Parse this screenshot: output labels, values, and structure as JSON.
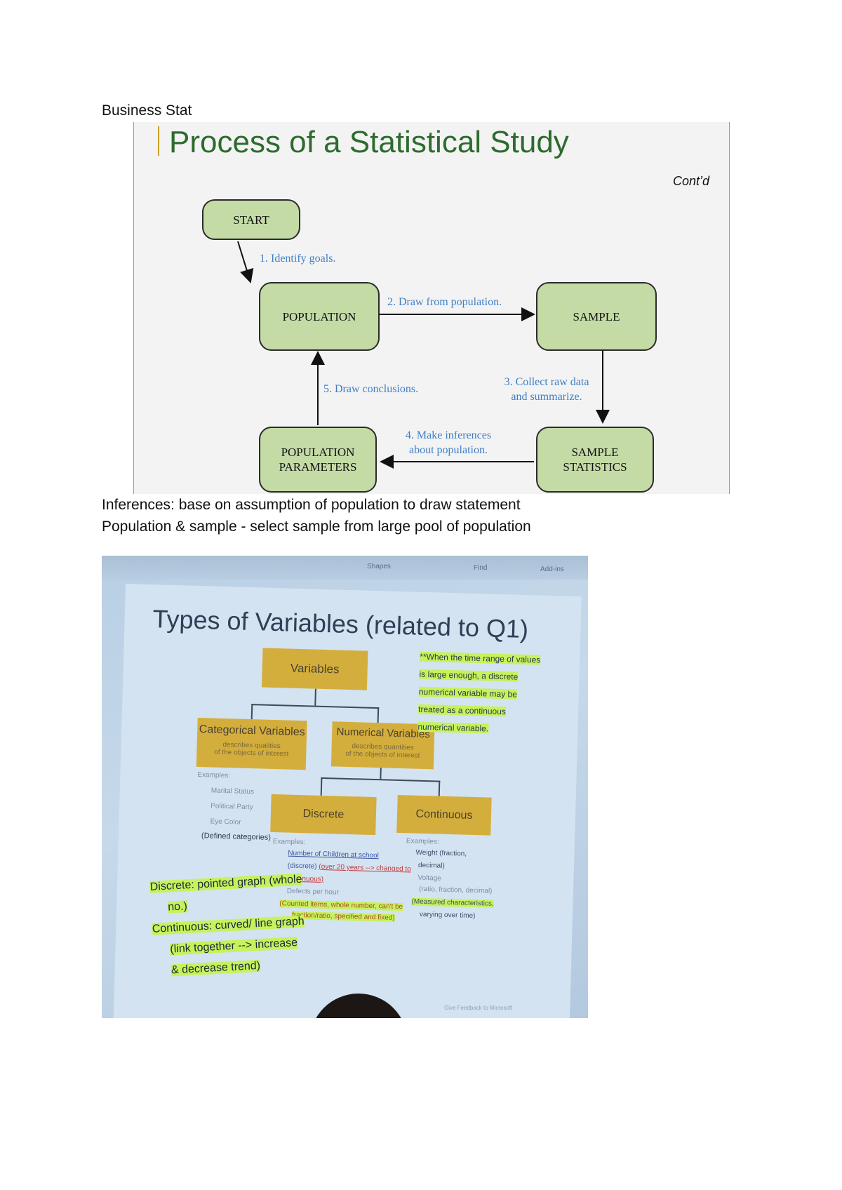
{
  "document": {
    "header": "Business Stat",
    "note_1": "Inferences: base on assumption of population to draw statement",
    "note_2": "Population & sample - select sample from large pool of population"
  },
  "slide1": {
    "title": "Process of a Statistical Study",
    "corner_label": "Cont’d",
    "nodes": {
      "start": "START",
      "population": "POPULATION",
      "sample": "SAMPLE",
      "population_parameters": "POPULATION PARAMETERS",
      "sample_statistics": "SAMPLE STATISTICS"
    },
    "steps": {
      "step1": "1. Identify goals.",
      "step2": "2. Draw from population.",
      "step3_line1": "3. Collect raw data",
      "step3_line2": "and summarize.",
      "step4_line1": "4. Make inferences",
      "step4_line2": "about population.",
      "step5": "5. Draw conclusions."
    },
    "colors": {
      "node_fill": "#c4dba6",
      "step_text": "#3d7fc6",
      "title": "#2e6b2e"
    }
  },
  "slide2": {
    "toolbar_items": [
      "Shapes",
      "Find",
      "Add-ins"
    ],
    "title": "Types of Variables (related to Q1)",
    "boxes": {
      "variables": "Variables",
      "categorical": "Categorical Variables",
      "categorical_desc_1": "describes qualities",
      "categorical_desc_2": "of the objects of interest",
      "numerical": "Numerical Variables",
      "numerical_desc_1": "describes quantities",
      "numerical_desc_2": "of the objects of interest",
      "discrete": "Discrete",
      "continuous": "Continuous"
    },
    "side_note": [
      "**When the time range of values",
      "is large enough, a discrete",
      "numerical variable may be",
      "treated as a continuous",
      "numerical variable."
    ],
    "categorical_examples": {
      "label": "Examples:",
      "items": [
        "Marital Status",
        "Political Party",
        "Eye Color"
      ],
      "note": "(Defined categories)"
    },
    "discrete_examples": {
      "label": "Examples:",
      "item_1": "Number of Children at school",
      "item_1_note_a": "(discrete)",
      "item_1_note_b": "(over 20 years --> changed to",
      "item_1_note_c": "continuous)",
      "item_2": "Defects per hour",
      "note_1": "(Counted items, whole number, can't be",
      "note_2": "fraction/ratio, specified and fixed)"
    },
    "continuous_examples": {
      "label": "Examples:",
      "item_1": "Weight (fraction,",
      "item_1b": "decimal)",
      "item_2": "Voltage",
      "item_2b": "(ratio, fraction, decimal)",
      "note_1": "(Measured characteristics,",
      "note_2": "varying over time)"
    },
    "handwritten_notes": {
      "discrete_1": "Discrete: pointed graph (whole",
      "discrete_2": "no.)",
      "continuous_1": "Continuous: curved/ line graph",
      "continuous_2": "(link together --> increase",
      "continuous_3": "& decrease trend)"
    },
    "status_bar": "Give Feedback to Microsoft",
    "colors": {
      "box_fill": "#d4ae3c",
      "highlight": "#c6f25c",
      "slide_bg": "#d3e3f1"
    }
  }
}
